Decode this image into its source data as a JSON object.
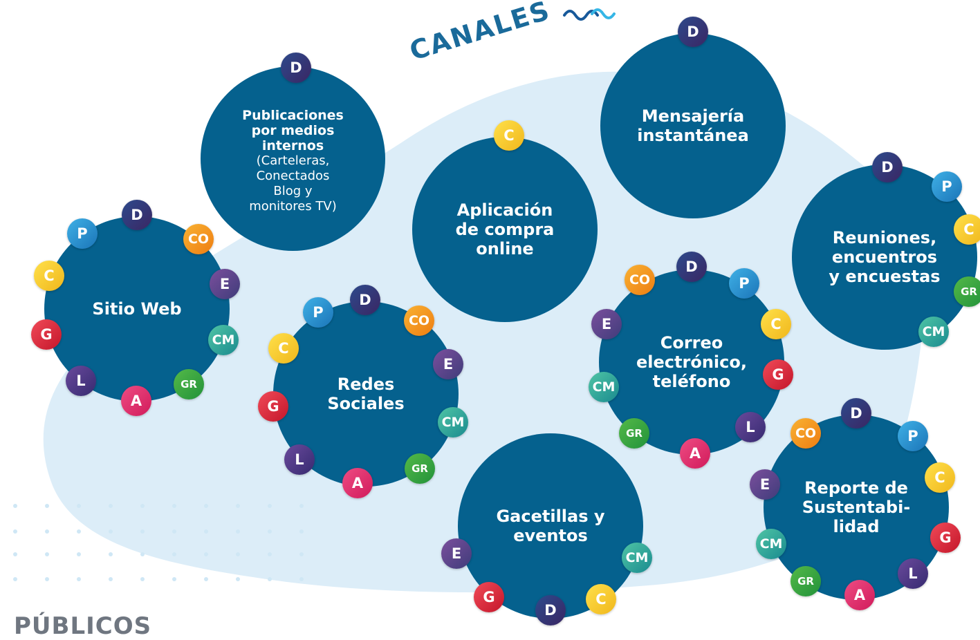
{
  "title": "CANALES",
  "footer_label": "PÚBLICOS",
  "colors": {
    "channel": "#05618e",
    "blob": "#dcedf8",
    "title": "#1a6a9a",
    "D": [
      "#2d4a8c",
      "#3a2663"
    ],
    "P": [
      "#3fb0e6",
      "#1b75b8"
    ],
    "CO": [
      "#f9b233",
      "#ee7d11"
    ],
    "E": [
      "#7b4f9d",
      "#3f3c7a"
    ],
    "CM": [
      "#4fc5a5",
      "#1a8a8f"
    ],
    "GR": [
      "#54b948",
      "#22923a"
    ],
    "A": [
      "#ee4c83",
      "#d11b5b"
    ],
    "L": [
      "#6a4a9c",
      "#362a70"
    ],
    "G": [
      "#f04a58",
      "#c4162a"
    ],
    "C": [
      "#ffe04a",
      "#f0b71c"
    ]
  },
  "channels": [
    {
      "id": "publicaciones",
      "label": "Publicaciones\npor medios\ninternos",
      "sub": "(Carteleras,\nConectados\nBlog y\nmonitores TV)",
      "badges": [
        "D"
      ]
    },
    {
      "id": "mensajeria",
      "label": "Mensajería\ninstantánea",
      "badges": [
        "D"
      ]
    },
    {
      "id": "aplicacion",
      "label": "Aplicación\nde compra\nonline",
      "badges": [
        "C"
      ]
    },
    {
      "id": "reuniones",
      "label": "Reuniones,\nencuentros\ny encuestas",
      "badges": [
        "D",
        "P",
        "C",
        "GR",
        "CM"
      ]
    },
    {
      "id": "sitio-web",
      "label": "Sitio Web",
      "badges": [
        "D",
        "P",
        "CO",
        "C",
        "E",
        "G",
        "CM",
        "L",
        "GR",
        "A"
      ]
    },
    {
      "id": "redes",
      "label": "Redes\nSociales",
      "badges": [
        "D",
        "P",
        "CO",
        "C",
        "E",
        "G",
        "CM",
        "L",
        "GR",
        "A"
      ]
    },
    {
      "id": "correo",
      "label": "Correo\nelectrónico,\nteléfono",
      "badges": [
        "D",
        "CO",
        "P",
        "E",
        "C",
        "G",
        "CM",
        "L",
        "GR",
        "A"
      ]
    },
    {
      "id": "gacetillas",
      "label": "Gacetillas y\neventos",
      "badges": [
        "E",
        "CM",
        "G",
        "C",
        "D"
      ]
    },
    {
      "id": "reporte",
      "label": "Reporte de\nSustentabi-\nlidad",
      "badges": [
        "D",
        "CO",
        "P",
        "C",
        "E",
        "G",
        "CM",
        "L",
        "GR",
        "A"
      ]
    }
  ]
}
